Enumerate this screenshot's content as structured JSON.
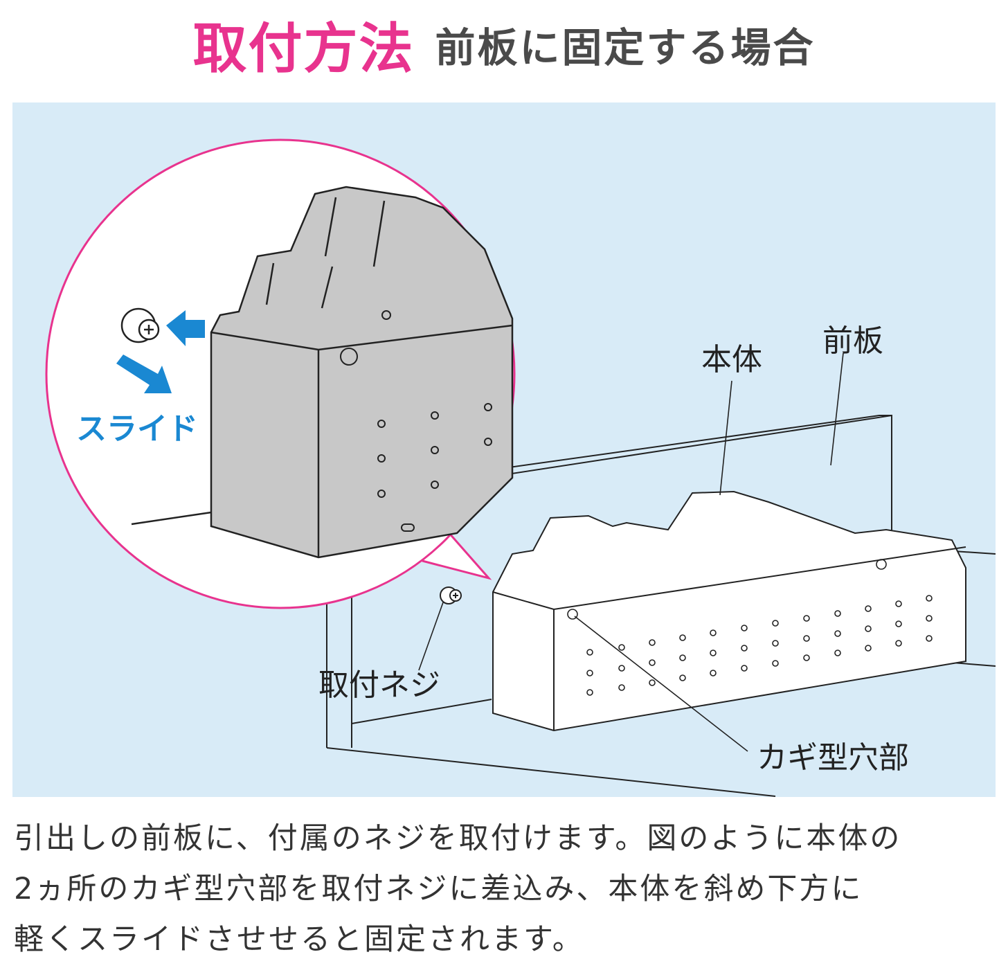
{
  "title": {
    "main": "取付方法",
    "sub": "前板に固定する場合"
  },
  "labels": {
    "body": "本体",
    "front_panel": "前板",
    "mounting_screw": "取付ネジ",
    "hook_hole": "カギ型穴部",
    "slide": "スライド"
  },
  "description": [
    "引出しの前板に、付属のネジを取付けます。図のように本体の",
    "2ヵ所のカギ型穴部を取付ネジに差込み、本体を斜め下方に",
    "軽くスライドさせせると固定されます。"
  ],
  "colors": {
    "accent": "#e8338e",
    "slide": "#1a88d2",
    "panel": "#d8ebf7"
  }
}
